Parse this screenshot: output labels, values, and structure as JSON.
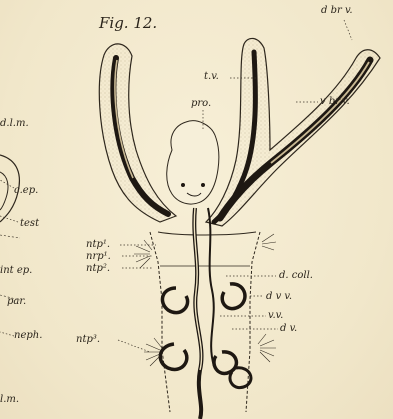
{
  "figure": {
    "title": "Fig. 12.",
    "labels": {
      "d_br_v": "d br v.",
      "t_v": "t.v.",
      "pro": "pro.",
      "v_br_v": "v br.v.",
      "d_l_m": "d.l.m.",
      "c_ep": "c.ep.",
      "test": "test",
      "ntp1": "ntp¹.",
      "nrp1": "nrp¹.",
      "ntp2": "ntp².",
      "d_coll": "d. coll.",
      "int_ep": "int ep.",
      "par": "par.",
      "d_v_v": "d v v.",
      "v_v": "v.v.",
      "d_v": "d v.",
      "neph": "neph.",
      "ntp3": "ntp³.",
      "l_m": "l.m."
    }
  }
}
